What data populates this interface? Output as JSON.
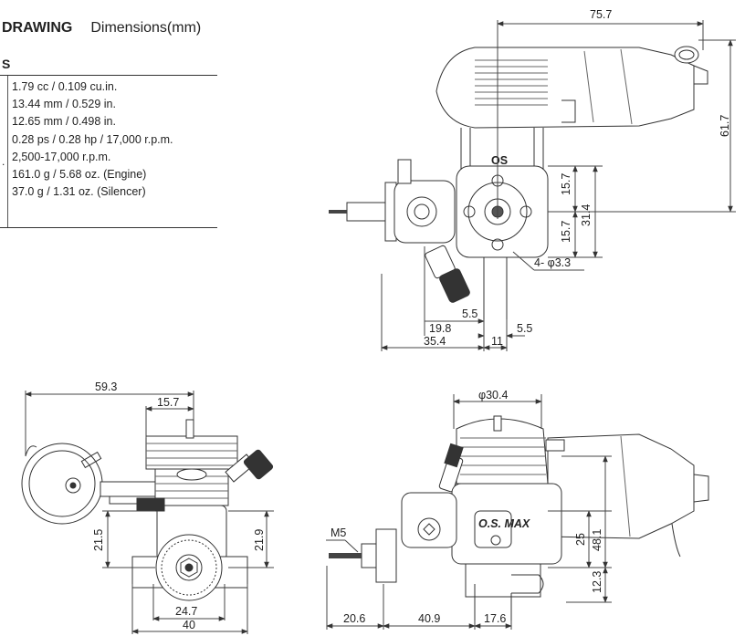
{
  "header": {
    "title_bold": "DRAWING",
    "title_units": "Dimensions(mm)"
  },
  "specs": {
    "heading": "S",
    "rows": [
      "1.79 cc / 0.109 cu.in.",
      "13.44 mm / 0.529 in.",
      "12.65 mm / 0.498 in.",
      "0.28 ps / 0.28 hp / 17,000 r.p.m.",
      "2,500-17,000 r.p.m.",
      "161.0 g / 5.68 oz. (Engine)",
      "37.0 g / 1.31 oz. (Silencer)"
    ]
  },
  "dimensions": {
    "top_view": {
      "overall_length": "75.7",
      "silencer_height": "61.7",
      "upper_mount": "15.7",
      "lower_mount": "15.7",
      "mount_total": "31.4",
      "holes": "4- φ3.3",
      "offset_a": "5.5",
      "offset_b": "19.8",
      "offset_c": "5.5",
      "offset_d": "35.4",
      "offset_e": "11"
    },
    "front_view": {
      "width": "59.3",
      "head_offset": "15.7",
      "left_height": "21.5",
      "right_height": "21.9",
      "mount_inner": "24.7",
      "mount_outer": "40"
    },
    "side_view": {
      "head_dia": "φ30.4",
      "thread": "M5",
      "height_a": "25",
      "height_b": "48.1",
      "height_c": "12.3",
      "len_a": "20.6",
      "len_b": "40.9",
      "len_c": "17.6"
    }
  },
  "markings": {
    "cyl_top": "OS",
    "logo": "O.S. MAX"
  }
}
